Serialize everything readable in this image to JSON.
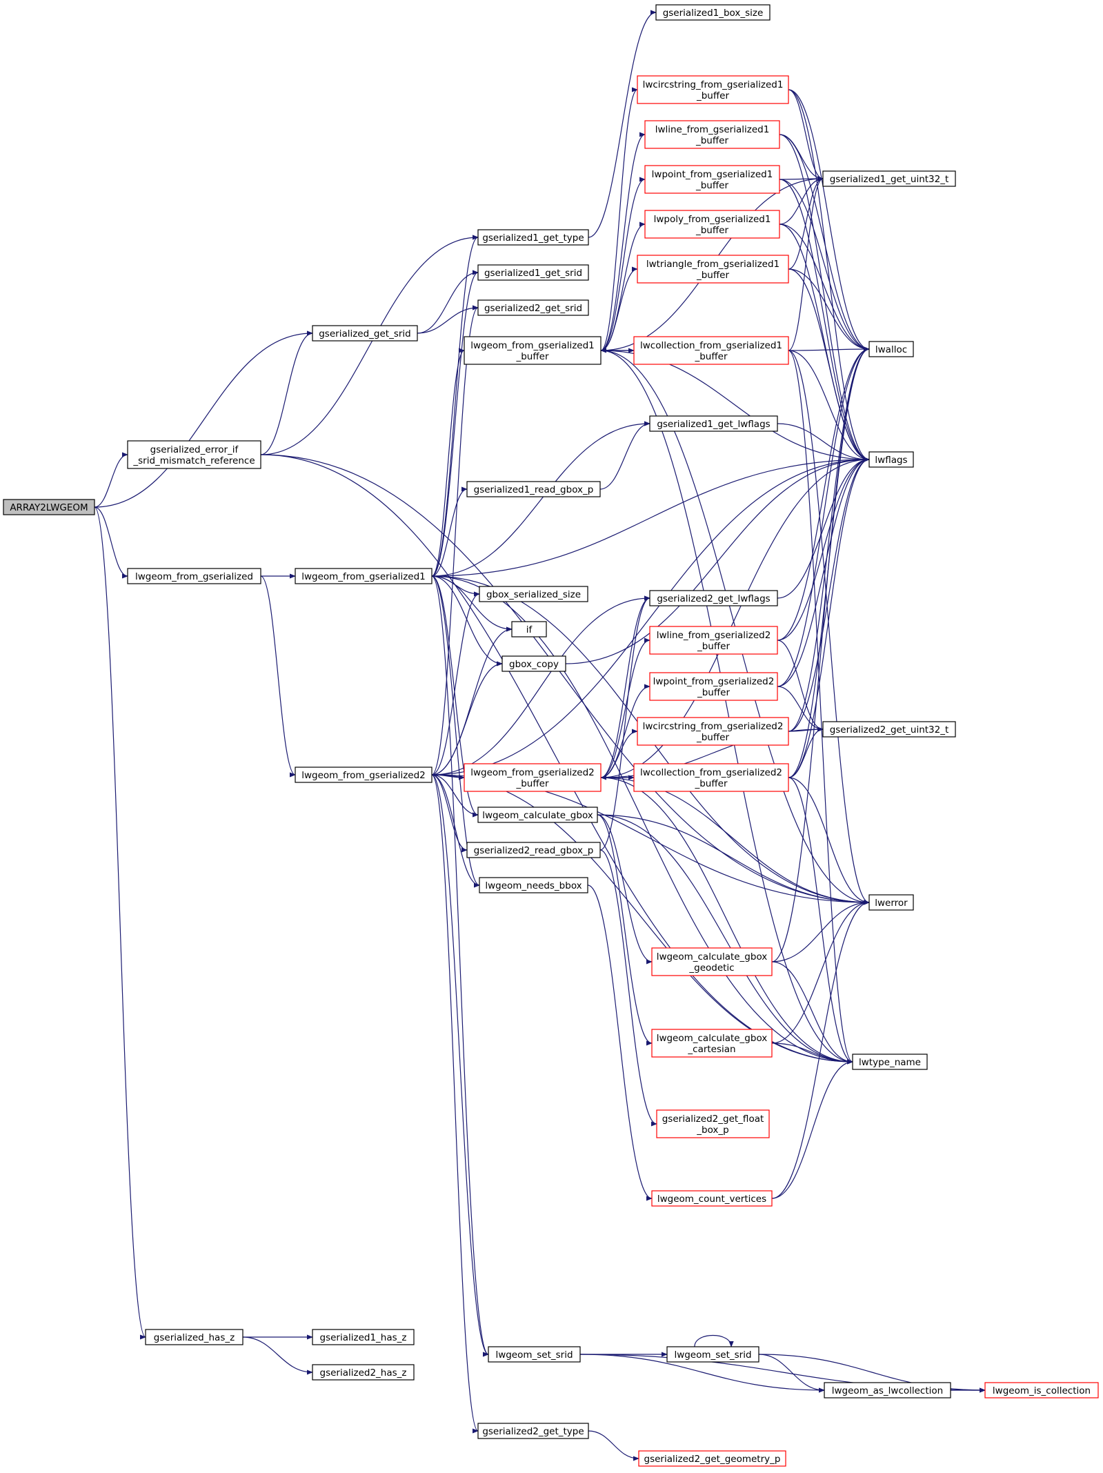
{
  "colors": {
    "edge": "#191970",
    "node_border_black": "#000000",
    "node_border_red": "#ff0000",
    "node_fill": "#ffffff",
    "node_fill_root": "#bfbfbf",
    "text": "#000000"
  },
  "nodes": [
    {
      "id": "array2lwgeom",
      "lines": [
        "ARRAY2LWGEOM"
      ],
      "border": "black",
      "root": true
    },
    {
      "id": "gserialized_error_if_srid_mismatch_reference",
      "lines": [
        "gserialized_error_if",
        "_srid_mismatch_reference"
      ],
      "border": "black"
    },
    {
      "id": "gserialized_get_srid",
      "lines": [
        "gserialized_get_srid"
      ],
      "border": "black"
    },
    {
      "id": "lwgeom_from_gserialized",
      "lines": [
        "lwgeom_from_gserialized"
      ],
      "border": "black"
    },
    {
      "id": "gserialized_has_z",
      "lines": [
        "gserialized_has_z"
      ],
      "border": "black"
    },
    {
      "id": "lwgeom_from_gserialized1",
      "lines": [
        "lwgeom_from_gserialized1"
      ],
      "border": "black"
    },
    {
      "id": "lwgeom_from_gserialized2",
      "lines": [
        "lwgeom_from_gserialized2"
      ],
      "border": "black"
    },
    {
      "id": "gserialized1_has_z",
      "lines": [
        "gserialized1_has_z"
      ],
      "border": "black"
    },
    {
      "id": "gserialized2_has_z",
      "lines": [
        "gserialized2_has_z"
      ],
      "border": "black"
    },
    {
      "id": "gserialized1_get_type",
      "lines": [
        "gserialized1_get_type"
      ],
      "border": "black"
    },
    {
      "id": "gserialized1_get_srid",
      "lines": [
        "gserialized1_get_srid"
      ],
      "border": "black"
    },
    {
      "id": "gserialized2_get_srid",
      "lines": [
        "gserialized2_get_srid"
      ],
      "border": "black"
    },
    {
      "id": "lwgeom_from_gserialized1_buffer",
      "lines": [
        "lwgeom_from_gserialized1",
        "_buffer"
      ],
      "border": "black"
    },
    {
      "id": "gserialized1_read_gbox_p",
      "lines": [
        "gserialized1_read_gbox_p"
      ],
      "border": "black"
    },
    {
      "id": "gbox_serialized_size",
      "lines": [
        "gbox_serialized_size"
      ],
      "border": "black"
    },
    {
      "id": "if",
      "lines": [
        "if"
      ],
      "border": "black"
    },
    {
      "id": "gbox_copy",
      "lines": [
        "gbox_copy"
      ],
      "border": "black"
    },
    {
      "id": "lwgeom_from_gserialized2_buffer",
      "lines": [
        "lwgeom_from_gserialized2",
        "_buffer"
      ],
      "border": "red"
    },
    {
      "id": "lwgeom_calculate_gbox",
      "lines": [
        "lwgeom_calculate_gbox"
      ],
      "border": "black"
    },
    {
      "id": "gserialized2_read_gbox_p",
      "lines": [
        "gserialized2_read_gbox_p"
      ],
      "border": "black"
    },
    {
      "id": "lwgeom_needs_bbox",
      "lines": [
        "lwgeom_needs_bbox"
      ],
      "border": "black"
    },
    {
      "id": "lwgeom_set_srid",
      "lines": [
        "lwgeom_set_srid"
      ],
      "border": "black"
    },
    {
      "id": "gserialized2_get_type",
      "lines": [
        "gserialized2_get_type"
      ],
      "border": "black"
    },
    {
      "id": "gserialized1_box_size",
      "lines": [
        "gserialized1_box_size"
      ],
      "border": "black"
    },
    {
      "id": "lwcircstring_from_gserialized1_buffer",
      "lines": [
        "lwcircstring_from_gserialized1",
        "_buffer"
      ],
      "border": "red"
    },
    {
      "id": "lwline_from_gserialized1_buffer",
      "lines": [
        "lwline_from_gserialized1",
        "_buffer"
      ],
      "border": "red"
    },
    {
      "id": "lwpoint_from_gserialized1_buffer",
      "lines": [
        "lwpoint_from_gserialized1",
        "_buffer"
      ],
      "border": "red"
    },
    {
      "id": "lwpoly_from_gserialized1_buffer",
      "lines": [
        "lwpoly_from_gserialized1",
        "_buffer"
      ],
      "border": "red"
    },
    {
      "id": "lwtriangle_from_gserialized1_buffer",
      "lines": [
        "lwtriangle_from_gserialized1",
        "_buffer"
      ],
      "border": "red"
    },
    {
      "id": "lwcollection_from_gserialized1_buffer",
      "lines": [
        "lwcollection_from_gserialized1",
        "_buffer"
      ],
      "border": "red"
    },
    {
      "id": "gserialized1_get_lwflags",
      "lines": [
        "gserialized1_get_lwflags"
      ],
      "border": "black"
    },
    {
      "id": "gserialized2_get_lwflags",
      "lines": [
        "gserialized2_get_lwflags"
      ],
      "border": "black"
    },
    {
      "id": "lwline_from_gserialized2_buffer",
      "lines": [
        "lwline_from_gserialized2",
        "_buffer"
      ],
      "border": "red"
    },
    {
      "id": "lwpoint_from_gserialized2_buffer",
      "lines": [
        "lwpoint_from_gserialized2",
        "_buffer"
      ],
      "border": "red"
    },
    {
      "id": "lwcircstring_from_gserialized2_buffer",
      "lines": [
        "lwcircstring_from_gserialized2",
        "_buffer"
      ],
      "border": "red"
    },
    {
      "id": "lwcollection_from_gserialized2_buffer",
      "lines": [
        "lwcollection_from_gserialized2",
        "_buffer"
      ],
      "border": "red"
    },
    {
      "id": "lwgeom_calculate_gbox_geodetic",
      "lines": [
        "lwgeom_calculate_gbox",
        "_geodetic"
      ],
      "border": "red"
    },
    {
      "id": "lwgeom_calculate_gbox_cartesian",
      "lines": [
        "lwgeom_calculate_gbox",
        "_cartesian"
      ],
      "border": "red"
    },
    {
      "id": "gserialized2_get_float_box_p",
      "lines": [
        "gserialized2_get_float",
        "_box_p"
      ],
      "border": "red"
    },
    {
      "id": "lwgeom_count_vertices",
      "lines": [
        "lwgeom_count_vertices"
      ],
      "border": "red"
    },
    {
      "id": "lwgeom_set_srid_inner",
      "lines": [
        "lwgeom_set_srid"
      ],
      "border": "black"
    },
    {
      "id": "gserialized2_get_geometry_p",
      "lines": [
        "gserialized2_get_geometry_p"
      ],
      "border": "red"
    },
    {
      "id": "gserialized1_get_uint32_t",
      "lines": [
        "gserialized1_get_uint32_t"
      ],
      "border": "black"
    },
    {
      "id": "lwalloc",
      "lines": [
        "lwalloc"
      ],
      "border": "black"
    },
    {
      "id": "lwflags",
      "lines": [
        "lwflags"
      ],
      "border": "black"
    },
    {
      "id": "gserialized2_get_uint32_t",
      "lines": [
        "gserialized2_get_uint32_t"
      ],
      "border": "black"
    },
    {
      "id": "lwerror",
      "lines": [
        "lwerror"
      ],
      "border": "black"
    },
    {
      "id": "lwtype_name",
      "lines": [
        "lwtype_name"
      ],
      "border": "black"
    },
    {
      "id": "lwgeom_as_lwcollection",
      "lines": [
        "lwgeom_as_lwcollection"
      ],
      "border": "black"
    },
    {
      "id": "lwgeom_is_collection",
      "lines": [
        "lwgeom_is_collection"
      ],
      "border": "red"
    }
  ],
  "edges": [
    [
      "array2lwgeom",
      "gserialized_error_if_srid_mismatch_reference"
    ],
    [
      "array2lwgeom",
      "gserialized_get_srid"
    ],
    [
      "array2lwgeom",
      "lwgeom_from_gserialized"
    ],
    [
      "array2lwgeom",
      "gserialized_has_z"
    ],
    [
      "gserialized_error_if_srid_mismatch_reference",
      "gserialized_get_srid"
    ],
    [
      "gserialized_error_if_srid_mismatch_reference",
      "gserialized1_get_type"
    ],
    [
      "gserialized_error_if_srid_mismatch_reference",
      "lwerror"
    ],
    [
      "gserialized_error_if_srid_mismatch_reference",
      "lwtype_name"
    ],
    [
      "gserialized_get_srid",
      "gserialized1_get_srid"
    ],
    [
      "gserialized_get_srid",
      "gserialized2_get_srid"
    ],
    [
      "lwgeom_from_gserialized",
      "lwgeom_from_gserialized1"
    ],
    [
      "lwgeom_from_gserialized",
      "lwgeom_from_gserialized2"
    ],
    [
      "gserialized_has_z",
      "gserialized1_has_z"
    ],
    [
      "gserialized_has_z",
      "gserialized2_has_z"
    ],
    [
      "lwgeom_from_gserialized1",
      "gserialized1_get_type"
    ],
    [
      "lwgeom_from_gserialized1",
      "gserialized1_get_srid"
    ],
    [
      "lwgeom_from_gserialized1",
      "lwgeom_from_gserialized1_buffer"
    ],
    [
      "lwgeom_from_gserialized1",
      "gserialized1_read_gbox_p"
    ],
    [
      "lwgeom_from_gserialized1",
      "gbox_serialized_size"
    ],
    [
      "lwgeom_from_gserialized1",
      "if"
    ],
    [
      "lwgeom_from_gserialized1",
      "gbox_copy"
    ],
    [
      "lwgeom_from_gserialized1",
      "lwgeom_calculate_gbox"
    ],
    [
      "lwgeom_from_gserialized1",
      "lwgeom_needs_bbox"
    ],
    [
      "lwgeom_from_gserialized1",
      "lwgeom_set_srid"
    ],
    [
      "lwgeom_from_gserialized1",
      "gserialized1_get_lwflags"
    ],
    [
      "lwgeom_from_gserialized1",
      "lwflags"
    ],
    [
      "lwgeom_from_gserialized1",
      "lwerror"
    ],
    [
      "lwgeom_from_gserialized1",
      "lwtype_name"
    ],
    [
      "lwgeom_from_gserialized2",
      "gserialized2_get_srid"
    ],
    [
      "lwgeom_from_gserialized2",
      "lwgeom_from_gserialized2_buffer"
    ],
    [
      "lwgeom_from_gserialized2",
      "gserialized2_read_gbox_p"
    ],
    [
      "lwgeom_from_gserialized2",
      "gbox_serialized_size"
    ],
    [
      "lwgeom_from_gserialized2",
      "if"
    ],
    [
      "lwgeom_from_gserialized2",
      "gbox_copy"
    ],
    [
      "lwgeom_from_gserialized2",
      "lwgeom_calculate_gbox"
    ],
    [
      "lwgeom_from_gserialized2",
      "lwgeom_needs_bbox"
    ],
    [
      "lwgeom_from_gserialized2",
      "lwgeom_set_srid"
    ],
    [
      "lwgeom_from_gserialized2",
      "gserialized2_get_type"
    ],
    [
      "lwgeom_from_gserialized2",
      "gserialized2_get_lwflags"
    ],
    [
      "lwgeom_from_gserialized2",
      "lwflags"
    ],
    [
      "lwgeom_from_gserialized2",
      "lwerror"
    ],
    [
      "lwgeom_from_gserialized2",
      "lwtype_name"
    ],
    [
      "gserialized1_get_type",
      "gserialized1_box_size"
    ],
    [
      "lwgeom_from_gserialized1_buffer",
      "lwcircstring_from_gserialized1_buffer"
    ],
    [
      "lwgeom_from_gserialized1_buffer",
      "lwline_from_gserialized1_buffer"
    ],
    [
      "lwgeom_from_gserialized1_buffer",
      "lwpoint_from_gserialized1_buffer"
    ],
    [
      "lwgeom_from_gserialized1_buffer",
      "lwpoly_from_gserialized1_buffer"
    ],
    [
      "lwgeom_from_gserialized1_buffer",
      "lwtriangle_from_gserialized1_buffer"
    ],
    [
      "lwgeom_from_gserialized1_buffer",
      "lwcollection_from_gserialized1_buffer"
    ],
    [
      "lwgeom_from_gserialized1_buffer",
      "gserialized1_get_uint32_t"
    ],
    [
      "lwgeom_from_gserialized1_buffer",
      "lwflags"
    ],
    [
      "lwgeom_from_gserialized1_buffer",
      "lwerror"
    ],
    [
      "lwgeom_from_gserialized1_buffer",
      "lwtype_name"
    ],
    [
      "lwcollection_from_gserialized1_buffer",
      "lwgeom_from_gserialized1_buffer"
    ],
    [
      "lwcircstring_from_gserialized1_buffer",
      "gserialized1_get_uint32_t"
    ],
    [
      "lwcircstring_from_gserialized1_buffer",
      "lwalloc"
    ],
    [
      "lwcircstring_from_gserialized1_buffer",
      "lwflags"
    ],
    [
      "lwline_from_gserialized1_buffer",
      "gserialized1_get_uint32_t"
    ],
    [
      "lwline_from_gserialized1_buffer",
      "lwalloc"
    ],
    [
      "lwline_from_gserialized1_buffer",
      "lwflags"
    ],
    [
      "lwpoint_from_gserialized1_buffer",
      "gserialized1_get_uint32_t"
    ],
    [
      "lwpoint_from_gserialized1_buffer",
      "lwalloc"
    ],
    [
      "lwpoint_from_gserialized1_buffer",
      "lwflags"
    ],
    [
      "lwpoly_from_gserialized1_buffer",
      "gserialized1_get_uint32_t"
    ],
    [
      "lwpoly_from_gserialized1_buffer",
      "lwalloc"
    ],
    [
      "lwpoly_from_gserialized1_buffer",
      "lwflags"
    ],
    [
      "lwtriangle_from_gserialized1_buffer",
      "gserialized1_get_uint32_t"
    ],
    [
      "lwtriangle_from_gserialized1_buffer",
      "lwalloc"
    ],
    [
      "lwtriangle_from_gserialized1_buffer",
      "lwflags"
    ],
    [
      "lwcollection_from_gserialized1_buffer",
      "gserialized1_get_uint32_t"
    ],
    [
      "lwcollection_from_gserialized1_buffer",
      "lwalloc"
    ],
    [
      "lwcollection_from_gserialized1_buffer",
      "lwflags"
    ],
    [
      "lwcollection_from_gserialized1_buffer",
      "lwerror"
    ],
    [
      "lwcollection_from_gserialized1_buffer",
      "lwtype_name"
    ],
    [
      "gserialized1_read_gbox_p",
      "gserialized1_get_lwflags"
    ],
    [
      "gserialized1_get_lwflags",
      "lwflags"
    ],
    [
      "gbox_copy",
      "lwflags"
    ],
    [
      "lwgeom_from_gserialized2_buffer",
      "lwline_from_gserialized2_buffer"
    ],
    [
      "lwgeom_from_gserialized2_buffer",
      "lwpoint_from_gserialized2_buffer"
    ],
    [
      "lwgeom_from_gserialized2_buffer",
      "lwcircstring_from_gserialized2_buffer"
    ],
    [
      "lwgeom_from_gserialized2_buffer",
      "lwcollection_from_gserialized2_buffer"
    ],
    [
      "lwgeom_from_gserialized2_buffer",
      "gserialized2_get_lwflags"
    ],
    [
      "lwgeom_from_gserialized2_buffer",
      "gserialized2_get_uint32_t"
    ],
    [
      "lwgeom_from_gserialized2_buffer",
      "lwflags"
    ],
    [
      "lwgeom_from_gserialized2_buffer",
      "lwerror"
    ],
    [
      "lwgeom_from_gserialized2_buffer",
      "lwtype_name"
    ],
    [
      "lwcollection_from_gserialized2_buffer",
      "lwgeom_from_gserialized2_buffer"
    ],
    [
      "lwline_from_gserialized2_buffer",
      "gserialized2_get_uint32_t"
    ],
    [
      "lwline_from_gserialized2_buffer",
      "lwalloc"
    ],
    [
      "lwline_from_gserialized2_buffer",
      "lwflags"
    ],
    [
      "lwpoint_from_gserialized2_buffer",
      "gserialized2_get_uint32_t"
    ],
    [
      "lwpoint_from_gserialized2_buffer",
      "lwalloc"
    ],
    [
      "lwpoint_from_gserialized2_buffer",
      "lwflags"
    ],
    [
      "lwcircstring_from_gserialized2_buffer",
      "gserialized2_get_uint32_t"
    ],
    [
      "lwcircstring_from_gserialized2_buffer",
      "lwalloc"
    ],
    [
      "lwcircstring_from_gserialized2_buffer",
      "lwflags"
    ],
    [
      "lwcollection_from_gserialized2_buffer",
      "gserialized2_get_uint32_t"
    ],
    [
      "lwcollection_from_gserialized2_buffer",
      "lwalloc"
    ],
    [
      "lwcollection_from_gserialized2_buffer",
      "lwflags"
    ],
    [
      "lwcollection_from_gserialized2_buffer",
      "lwerror"
    ],
    [
      "lwcollection_from_gserialized2_buffer",
      "lwtype_name"
    ],
    [
      "gserialized2_get_lwflags",
      "lwflags"
    ],
    [
      "lwgeom_calculate_gbox",
      "lwgeom_calculate_gbox_geodetic"
    ],
    [
      "lwgeom_calculate_gbox",
      "lwgeom_calculate_gbox_cartesian"
    ],
    [
      "lwgeom_calculate_gbox",
      "lwerror"
    ],
    [
      "lwgeom_calculate_gbox",
      "lwtype_name"
    ],
    [
      "gserialized2_read_gbox_p",
      "gserialized2_get_lwflags"
    ],
    [
      "gserialized2_read_gbox_p",
      "gserialized2_get_float_box_p"
    ],
    [
      "lwgeom_calculate_gbox_geodetic",
      "lwalloc"
    ],
    [
      "lwgeom_calculate_gbox_geodetic",
      "lwerror"
    ],
    [
      "lwgeom_calculate_gbox_geodetic",
      "lwtype_name"
    ],
    [
      "lwgeom_calculate_gbox_cartesian",
      "lwerror"
    ],
    [
      "lwgeom_calculate_gbox_cartesian",
      "lwtype_name"
    ],
    [
      "lwgeom_needs_bbox",
      "lwgeom_count_vertices"
    ],
    [
      "lwgeom_count_vertices",
      "lwerror"
    ],
    [
      "lwgeom_count_vertices",
      "lwtype_name"
    ],
    [
      "lwgeom_set_srid",
      "lwgeom_set_srid_inner"
    ],
    [
      "lwgeom_set_srid",
      "lwgeom_as_lwcollection"
    ],
    [
      "lwgeom_set_srid",
      "lwgeom_is_collection"
    ],
    [
      "lwgeom_set_srid_inner",
      "lwgeom_set_srid_inner"
    ],
    [
      "lwgeom_set_srid_inner",
      "lwgeom_as_lwcollection"
    ],
    [
      "lwgeom_set_srid_inner",
      "lwgeom_is_collection"
    ],
    [
      "lwgeom_as_lwcollection",
      "lwgeom_is_collection"
    ],
    [
      "gserialized2_get_type",
      "gserialized2_get_geometry_p"
    ]
  ]
}
